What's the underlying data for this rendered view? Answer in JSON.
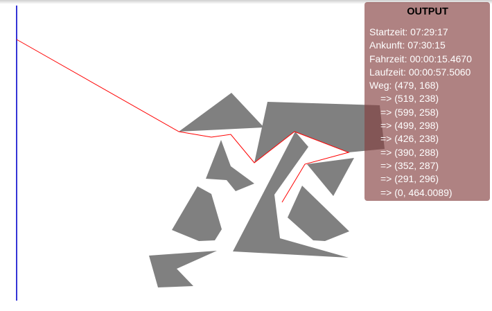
{
  "output": {
    "title": "OUTPUT",
    "start_time": "Startzeit: 07:29:17",
    "arrival": "Ankunft: 07:30:15",
    "travel_time": "Fahrzeit: 00:00:15.4670",
    "run_time": "Laufzeit: 00:00:57.5060",
    "path_start": "Weg: (479, 168)",
    "path_steps": [
      "=> (519, 238)",
      "=> (599, 258)",
      "=> (499, 298)",
      "=> (426, 238)",
      "=> (390, 288)",
      "=> (352, 287)",
      "=> (291, 296)",
      "=> (0, 464.0089)"
    ]
  },
  "colors": {
    "obstacle": "#808080",
    "path": "#ff0000",
    "target_line": "#0000cc",
    "panel": "#843f3f"
  }
}
